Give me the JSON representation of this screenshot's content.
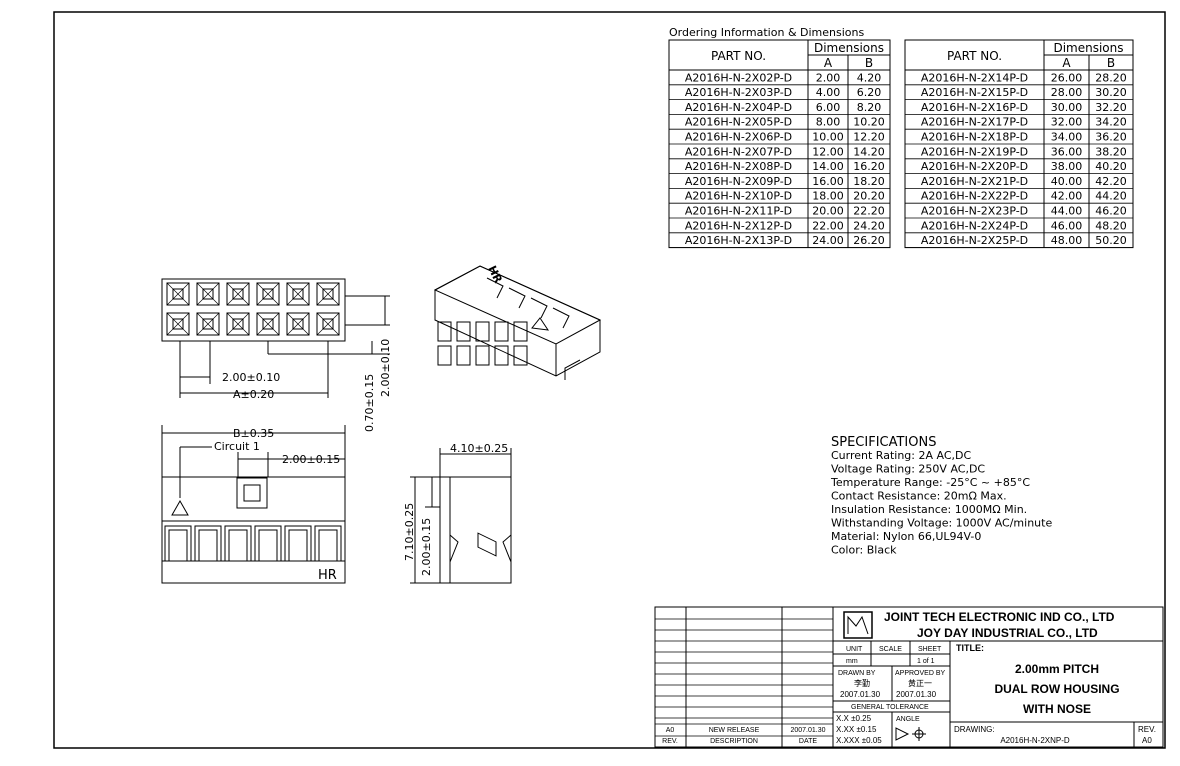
{
  "ordering": {
    "heading": "Ordering Information & Dimensions",
    "part_header": "PART NO.",
    "dim_header": "Dimensions",
    "col_a": "A",
    "col_b": "B",
    "rows": [
      [
        "A2016H-N-2X02P-D",
        "2.00",
        "4.20",
        "A2016H-N-2X14P-D",
        "26.00",
        "28.20"
      ],
      [
        "A2016H-N-2X03P-D",
        "4.00",
        "6.20",
        "A2016H-N-2X15P-D",
        "28.00",
        "30.20"
      ],
      [
        "A2016H-N-2X04P-D",
        "6.00",
        "8.20",
        "A2016H-N-2X16P-D",
        "30.00",
        "32.20"
      ],
      [
        "A2016H-N-2X05P-D",
        "8.00",
        "10.20",
        "A2016H-N-2X17P-D",
        "32.00",
        "34.20"
      ],
      [
        "A2016H-N-2X06P-D",
        "10.00",
        "12.20",
        "A2016H-N-2X18P-D",
        "34.00",
        "36.20"
      ],
      [
        "A2016H-N-2X07P-D",
        "12.00",
        "14.20",
        "A2016H-N-2X19P-D",
        "36.00",
        "38.20"
      ],
      [
        "A2016H-N-2X08P-D",
        "14.00",
        "16.20",
        "A2016H-N-2X20P-D",
        "38.00",
        "40.20"
      ],
      [
        "A2016H-N-2X09P-D",
        "16.00",
        "18.20",
        "A2016H-N-2X21P-D",
        "40.00",
        "42.20"
      ],
      [
        "A2016H-N-2X10P-D",
        "18.00",
        "20.20",
        "A2016H-N-2X22P-D",
        "42.00",
        "44.20"
      ],
      [
        "A2016H-N-2X11P-D",
        "20.00",
        "22.20",
        "A2016H-N-2X23P-D",
        "44.00",
        "46.20"
      ],
      [
        "A2016H-N-2X12P-D",
        "22.00",
        "24.20",
        "A2016H-N-2X24P-D",
        "46.00",
        "48.20"
      ],
      [
        "A2016H-N-2X13P-D",
        "24.00",
        "26.20",
        "A2016H-N-2X25P-D",
        "48.00",
        "50.20"
      ]
    ]
  },
  "dims": {
    "top_pitch": "2.00±0.10",
    "top_a": "A±0.20",
    "top_v1": "0.70±0.15",
    "top_v2": "2.00±0.10",
    "front_b": "B±0.35",
    "circuit": "Circuit 1",
    "front_pitch": "2.00±0.15",
    "hr": "HR",
    "side_w": "4.10±0.25",
    "side_h1": "7.10±0.25",
    "side_h2": "2.00±0.15",
    "iso_hr": "HR"
  },
  "specs": {
    "title": "SPECIFICATIONS",
    "lines": [
      "Current Rating: 2A AC,DC",
      "Voltage Rating: 250V AC,DC",
      "Temperature Range: -25°C ~ +85°C",
      "Contact Resistance: 20mΩ Max.",
      "Insulation Resistance: 1000MΩ Min.",
      "Withstanding Voltage: 1000V AC/minute",
      "Material: Nylon 66,UL94V-0",
      "Color: Black"
    ]
  },
  "title_block": {
    "company1": "JOINT TECH ELECTRONIC IND CO., LTD",
    "company2": "JOY DAY INDUSTRIAL CO., LTD",
    "unit_label": "UNIT",
    "unit_value": "mm",
    "scale_label": "SCALE",
    "sheet_label": "SHEET",
    "sheet_value": "1 of 1",
    "title_label": "TITLE:",
    "title_lines": [
      "2.00mm PITCH",
      "DUAL ROW HOUSING",
      "WITH NOSE"
    ],
    "drawn_by": "DRAWN BY",
    "approved_by": "APPROVED BY",
    "drawn_sign": "李勤",
    "approved_sign": "黄正一",
    "drawn_date": "2007.01.30",
    "approved_date": "2007.01.30",
    "tolerance": "GENERAL TOLERANCE",
    "tol_1": "X.X ±0.25",
    "tol_2": "X.XX ±0.15",
    "tol_3": "X.XXX ±0.05",
    "angle": "ANGLE",
    "dwg_label": "DRAWING:",
    "dwg_no": "A2016H-N-2XNP-D",
    "rev_label": "REV.",
    "rev_value": "A0",
    "rev_row": [
      "A0",
      "NEW RELEASE",
      "2007.01.30"
    ],
    "rev_head": [
      "REV.",
      "DESCRIPTION",
      "DATE"
    ]
  }
}
